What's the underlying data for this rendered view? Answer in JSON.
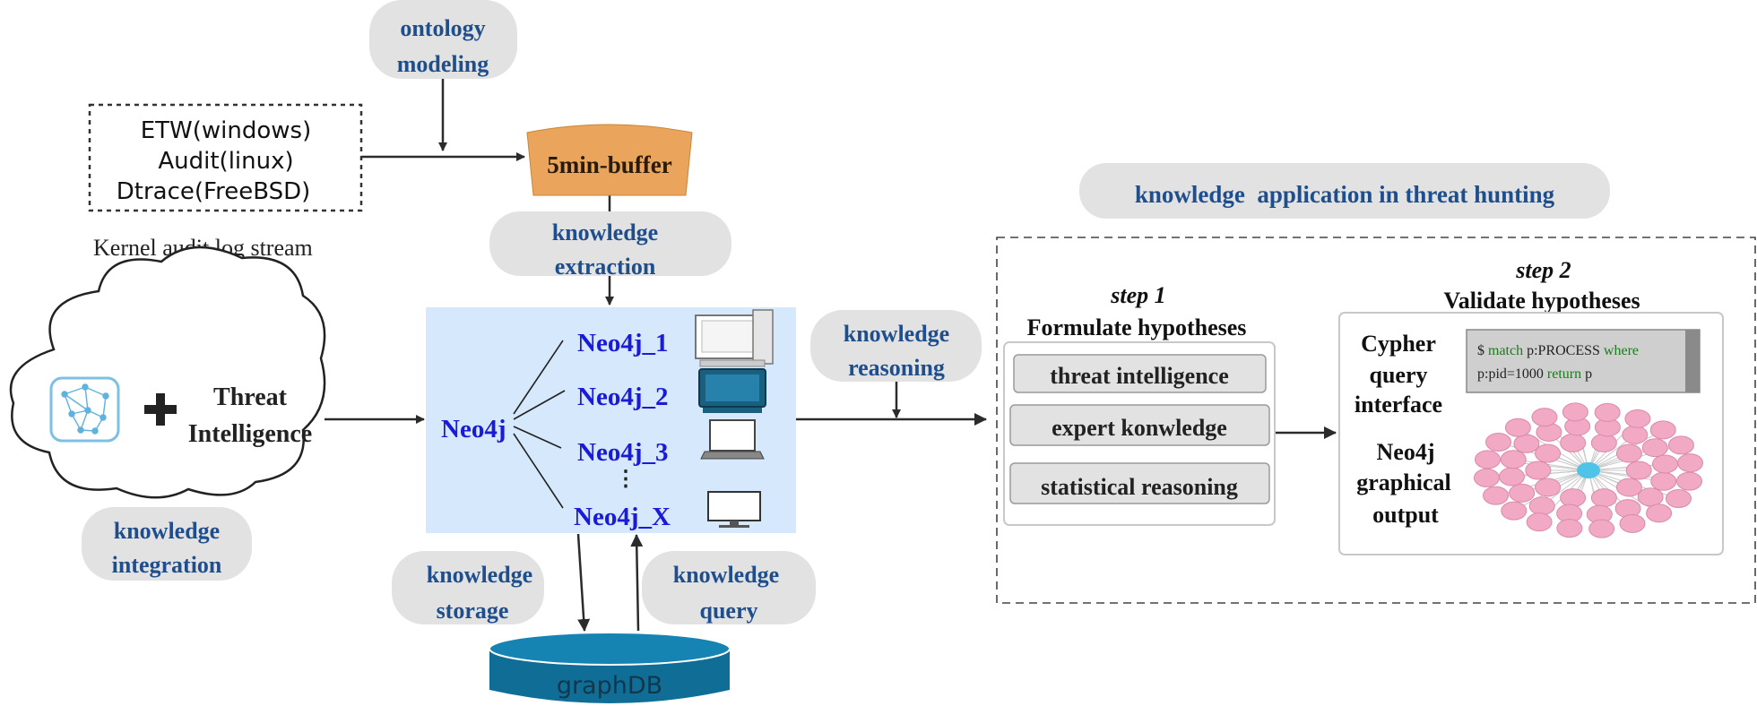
{
  "colors": {
    "pill": "#e2e2e2",
    "pill_text": "#1f4e8c",
    "neo4j_panel": "#d6e8fb",
    "neo4j_text": "#1a1adb",
    "buffer_orange": "#eaa45c",
    "graphdb_blue": "#0f6d96",
    "line": "#2b2b2b"
  },
  "labels": {
    "ontology_modeling": [
      "ontology",
      "modeling"
    ],
    "knowledge_extraction": [
      "knowledge",
      "extraction"
    ],
    "knowledge_integration": [
      "knowledge",
      "integration"
    ],
    "knowledge_storage": [
      "knowledge",
      "storage"
    ],
    "knowledge_query": [
      "knowledge",
      "query"
    ],
    "knowledge_reasoning": [
      "knowledge",
      "reasoning"
    ],
    "application_title": "knowledge  application in threat hunting"
  },
  "log_sources": [
    "ETW(windows)",
    "Audit(linux)",
    "Dtrace(FreeBSD)"
  ],
  "log_caption": "Kernel audit  log stream",
  "buffer_label": "5min-buffer",
  "threat_intel": [
    "Threat",
    "Intelligence"
  ],
  "neo4j": {
    "root": "Neo4j",
    "nodes": [
      "Neo4j_1",
      "Neo4j_2",
      "Neo4j_3",
      "Neo4j_X"
    ],
    "ellipsis": "⋮"
  },
  "graphdb_label": "graphDB",
  "step1": {
    "step": "step 1",
    "title": "Formulate hypotheses",
    "items": [
      "threat intelligence",
      "expert konwledge",
      "statistical reasoning"
    ]
  },
  "step2": {
    "step": "step 2",
    "title": "Validate hypotheses",
    "cypher_label": [
      "Cypher",
      "query",
      "interface"
    ],
    "query_line1": [
      "$ ",
      "match ",
      "p:PROCESS ",
      "where"
    ],
    "query_line2": [
      "p:pid=1000 ",
      "return ",
      "p"
    ],
    "output_label": [
      "Neo4j",
      "graphical",
      "output"
    ]
  }
}
